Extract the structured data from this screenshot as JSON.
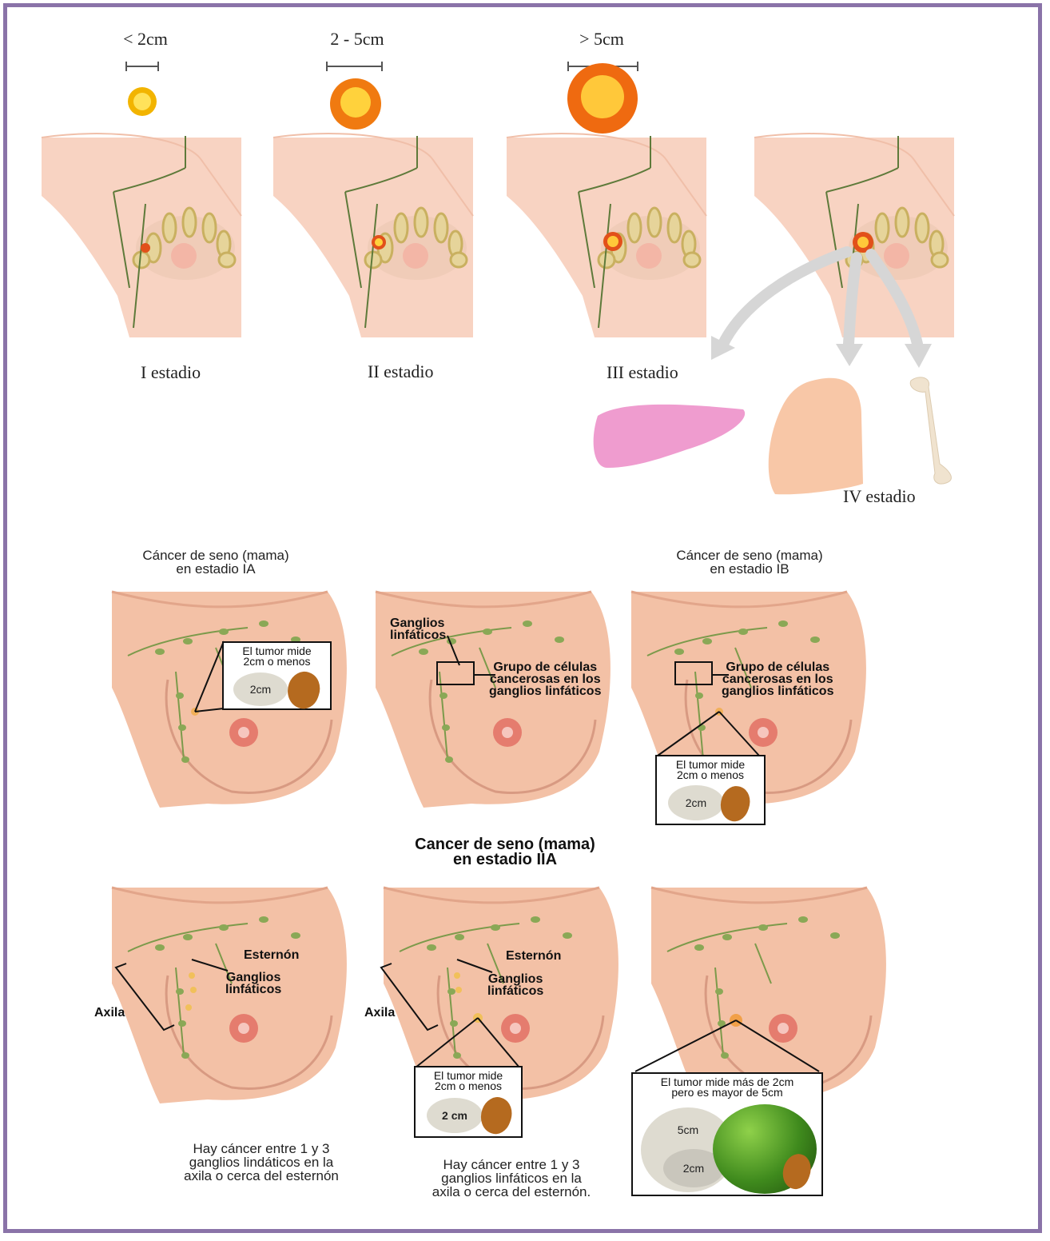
{
  "top_row": {
    "sizes": [
      "< 2cm",
      "2 - 5cm",
      "> 5cm"
    ],
    "stages": [
      "I  estadio",
      "II estadio",
      "III estadio",
      "IV estadio"
    ]
  },
  "middle_row": {
    "caption_ia": "Cáncer de seno (mama)\nen estadio IA",
    "caption_ib": "Cáncer de seno (mama)\nen estadio IB",
    "ganglios_label": "Ganglios\nlinfáticos",
    "grupo_label_1": "Grupo de células\ncancerosas en los\nganglios linfáticos",
    "grupo_label_2": "Grupo de células\ncancerosas en los\nganglios linfáticos",
    "callout_1_text": "El tumor mide\n2cm o menos",
    "callout_1_size": "2cm",
    "callout_2_text": "El tumor mide\n2cm o menos",
    "callout_2_size": "2cm"
  },
  "bottom_row": {
    "heading": "Cancer de seno (mama)\nen estadio IIA",
    "esternon_1": "Esternón",
    "esternon_2": "Esternón",
    "ganglios_1": "Ganglios\nlinfáticos",
    "ganglios_2": "Ganglios\nlinfáticos",
    "axila_1": "Axila",
    "axila_2": "Axila",
    "callout_1_text": "El tumor mide\n2cm o menos",
    "callout_1_size": "2 cm",
    "callout_2_text": "El tumor mide más de 2cm\npero es mayor de 5cm",
    "callout_2_size_big": "5cm",
    "callout_2_size_small": "2cm",
    "caption_1": "Hay cáncer entre 1 y 3\nganglios lindáticos en la\naxila o cerca del esternón",
    "caption_2": "Hay cáncer entre 1 y 3\nganglios linfáticos en la\naxila o cerca del esternón."
  }
}
